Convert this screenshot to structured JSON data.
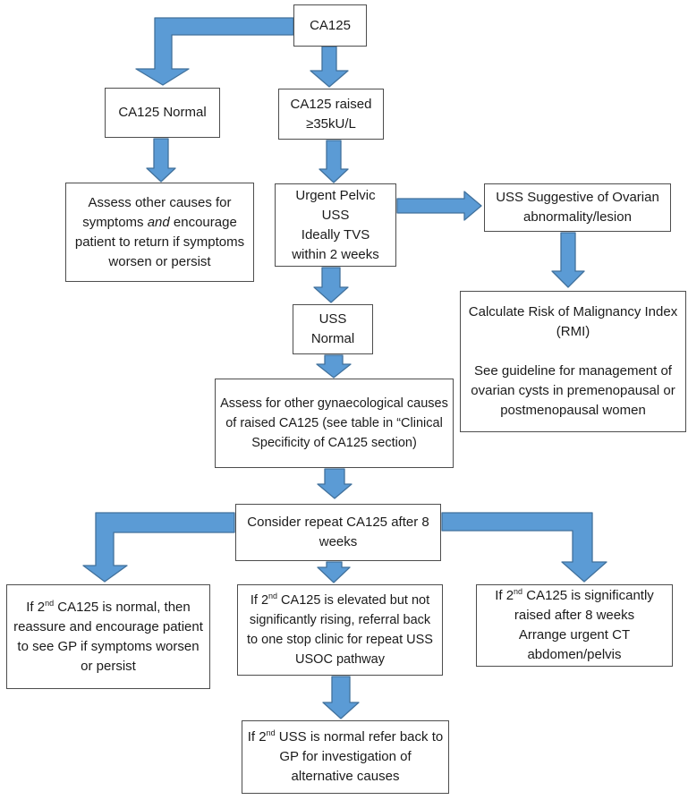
{
  "colors": {
    "arrow_fill": "#5b9bd5",
    "arrow_stroke": "#41719c",
    "box_border": "#4d4d4d",
    "background": "#ffffff",
    "text": "#1b1b1b"
  },
  "nodes": {
    "ca125": {
      "text": "CA125"
    },
    "ca125_normal": {
      "text": "CA125 Normal"
    },
    "ca125_raised": {
      "lines": [
        "CA125 raised",
        "≥35kU/L"
      ]
    },
    "assess_other": {
      "pre": "Assess other causes for symptoms ",
      "italic": "and",
      "post": " encourage patient to return if symptoms worsen or persist"
    },
    "urgent_uss": {
      "lines": [
        "Urgent Pelvic",
        "USS",
        "Ideally TVS",
        "within 2 weeks"
      ]
    },
    "uss_suggestive": {
      "text": "USS Suggestive of Ovarian abnormality/lesion"
    },
    "rmi": {
      "para1": "Calculate Risk of Malignancy Index (RMI)",
      "para2": "See guideline for management of ovarian cysts in premenopausal or postmenopausal women"
    },
    "uss_normal": {
      "lines": [
        "USS",
        "Normal"
      ]
    },
    "gynae": {
      "text": "Assess for other gynaecological causes of raised CA125 (see table in “Clinical Specificity of CA125 section)"
    },
    "repeat8": {
      "text": "Consider repeat CA125 after 8 weeks"
    },
    "second_normal": {
      "pre": "If 2",
      "sup": "nd",
      "post": " CA125 is normal, then reassure and encourage patient to see GP if symptoms worsen or persist"
    },
    "second_elevated": {
      "pre": "If 2",
      "sup": "nd",
      "post": " CA125 is elevated but not significantly rising, referral back to one stop clinic for repeat USS USOC pathway"
    },
    "second_raised": {
      "pre": "If 2",
      "sup": "nd",
      "post": " CA125 is significantly raised after 8 weeks",
      "line2": "Arrange urgent CT abdomen/pelvis"
    },
    "second_uss": {
      "pre": "If 2",
      "sup": "nd",
      "post": " USS is normal refer back to GP for investigation of alternative causes"
    }
  },
  "edges": [
    {
      "from": "ca125",
      "to": "ca125_normal"
    },
    {
      "from": "ca125",
      "to": "ca125_raised"
    },
    {
      "from": "ca125_normal",
      "to": "assess_other"
    },
    {
      "from": "ca125_raised",
      "to": "urgent_uss"
    },
    {
      "from": "urgent_uss",
      "to": "uss_suggestive"
    },
    {
      "from": "uss_suggestive",
      "to": "rmi"
    },
    {
      "from": "urgent_uss",
      "to": "uss_normal"
    },
    {
      "from": "uss_normal",
      "to": "gynae"
    },
    {
      "from": "gynae",
      "to": "repeat8"
    },
    {
      "from": "repeat8",
      "to": "second_normal"
    },
    {
      "from": "repeat8",
      "to": "second_elevated"
    },
    {
      "from": "repeat8",
      "to": "second_raised"
    },
    {
      "from": "second_elevated",
      "to": "second_uss"
    }
  ]
}
